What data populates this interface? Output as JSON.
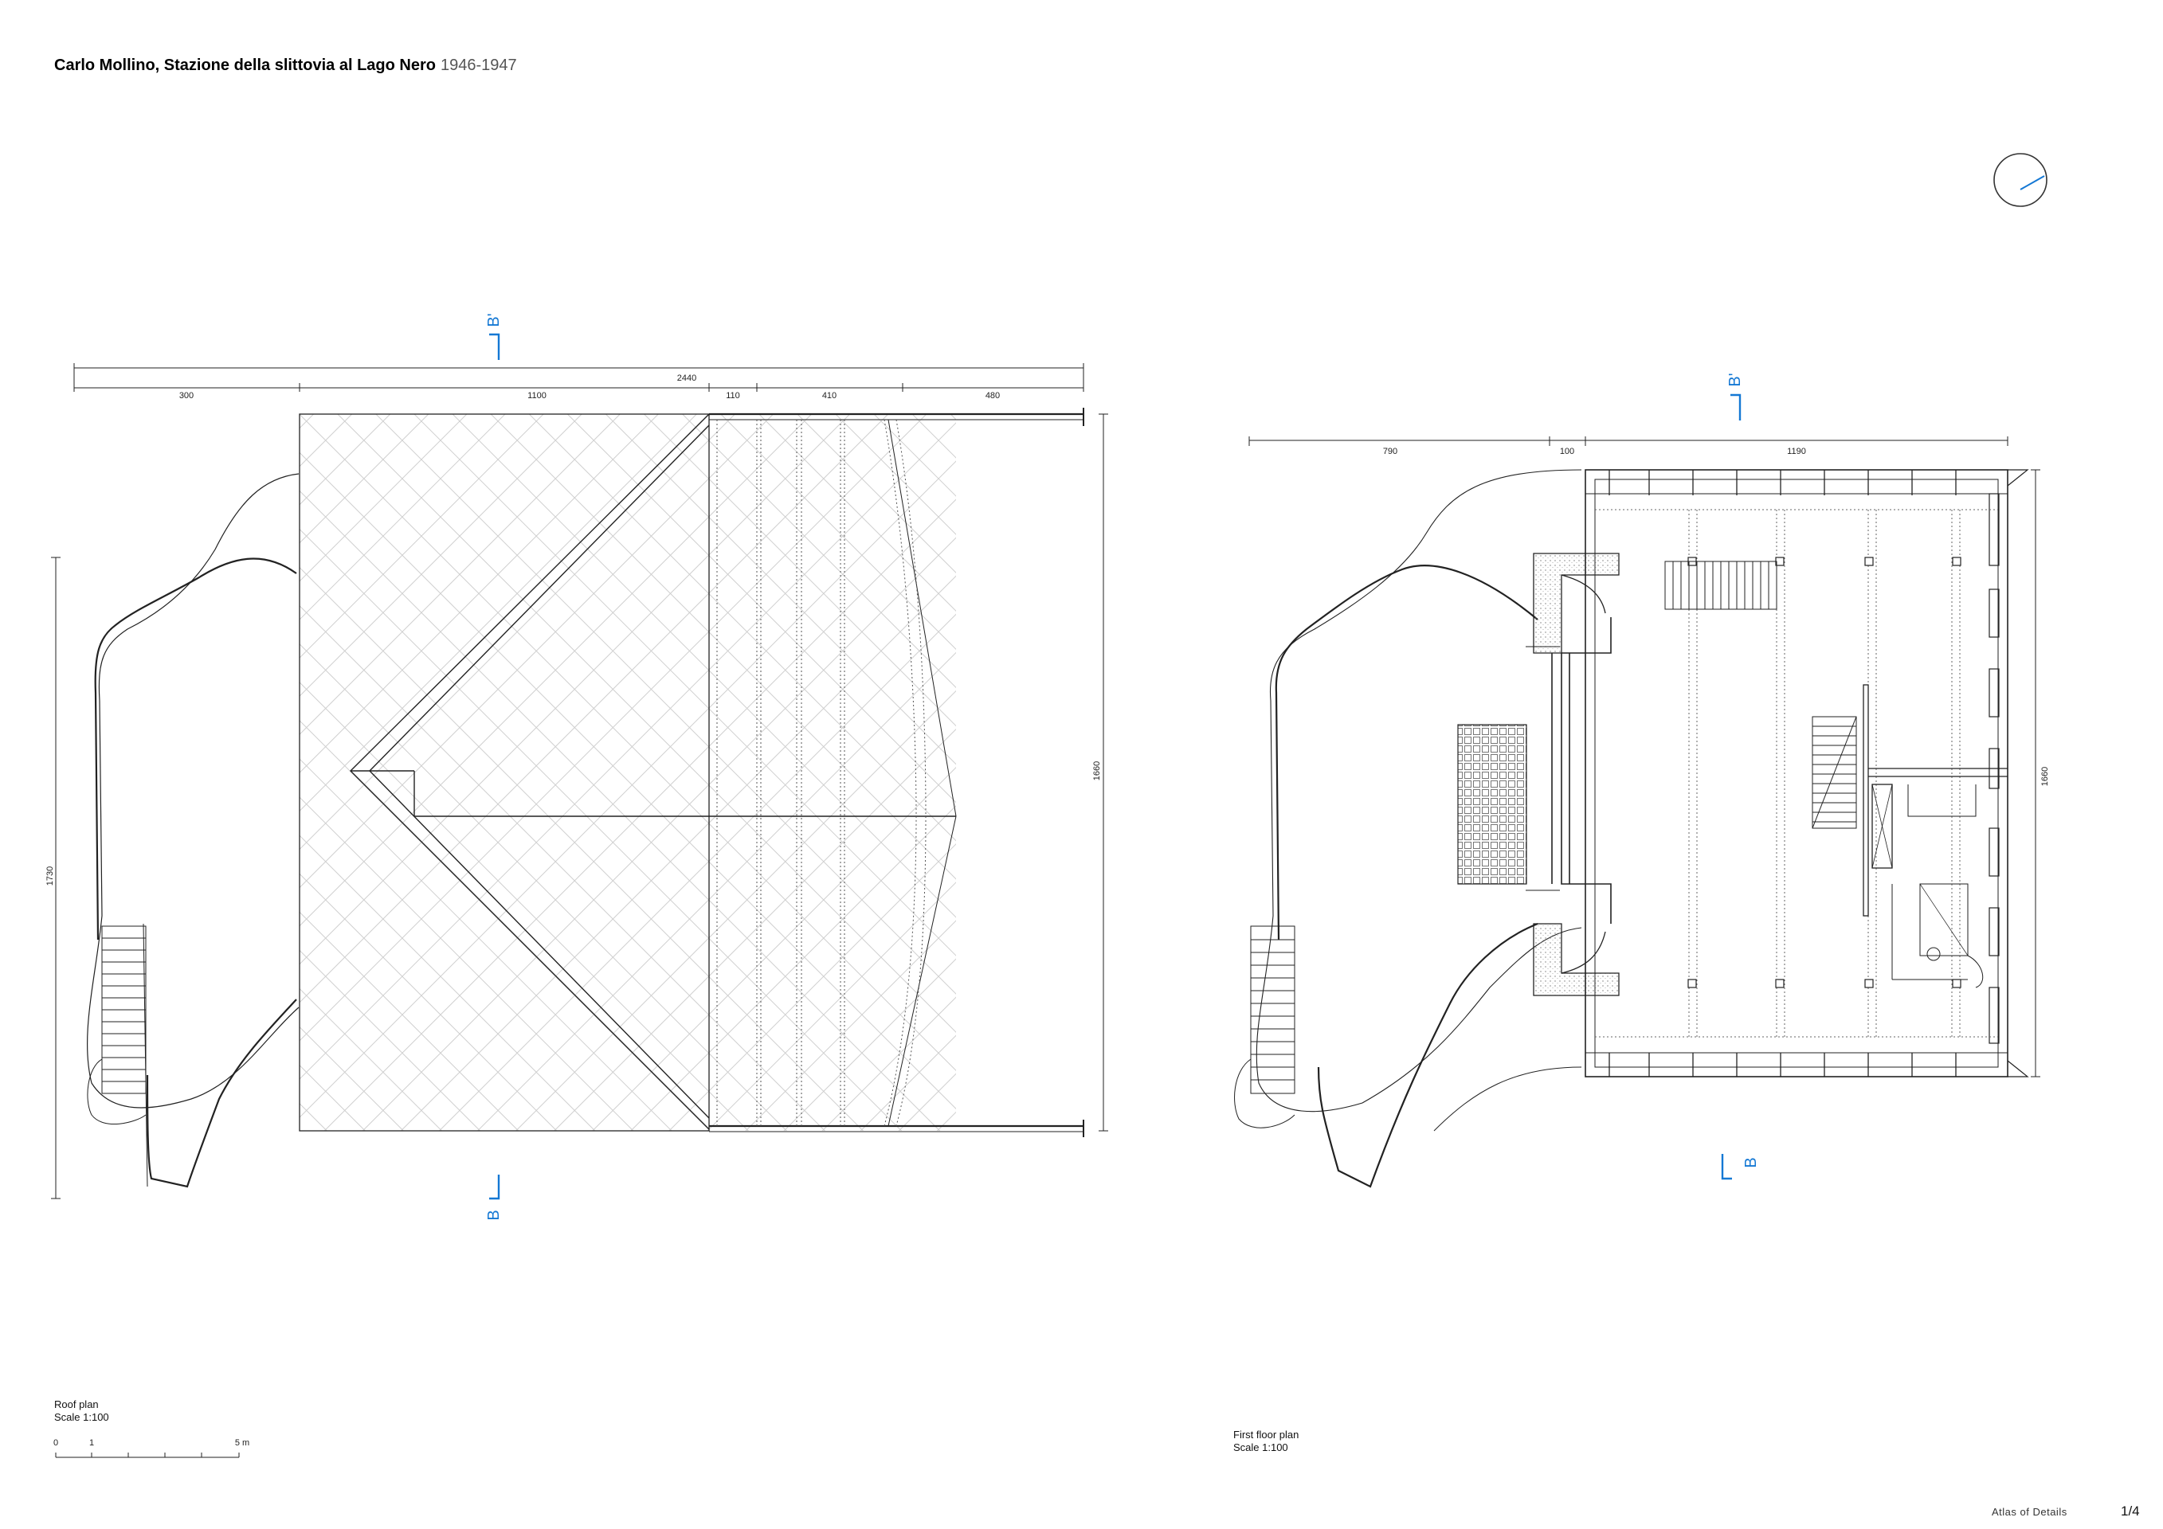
{
  "header": {
    "title": "Carlo Mollino, Stazione della slittovia al Lago Nero",
    "years": "1946-1947"
  },
  "roof_plan": {
    "caption": "Roof plan",
    "scale": "Scale 1:100",
    "dims_top": {
      "total": "2440",
      "a": "300",
      "b": "1100",
      "c": "110",
      "d": "410",
      "e": "480"
    },
    "dim_right": "1660",
    "dim_left": "1730",
    "section_top": "B'",
    "section_bottom": "B"
  },
  "first_floor_plan": {
    "caption": "First floor plan",
    "scale": "Scale 1:100",
    "dims_top": {
      "a": "790",
      "b": "100",
      "c": "1190"
    },
    "dim_right": "1660",
    "section_top": "B'",
    "section_bottom": "B"
  },
  "scale_bar": {
    "zero": "0",
    "one": "1",
    "five": "5 m"
  },
  "footer": {
    "publisher": "Atlas of Details",
    "page": "1/4"
  },
  "colors": {
    "section_marker": "#1478d4",
    "line": "#222222"
  }
}
